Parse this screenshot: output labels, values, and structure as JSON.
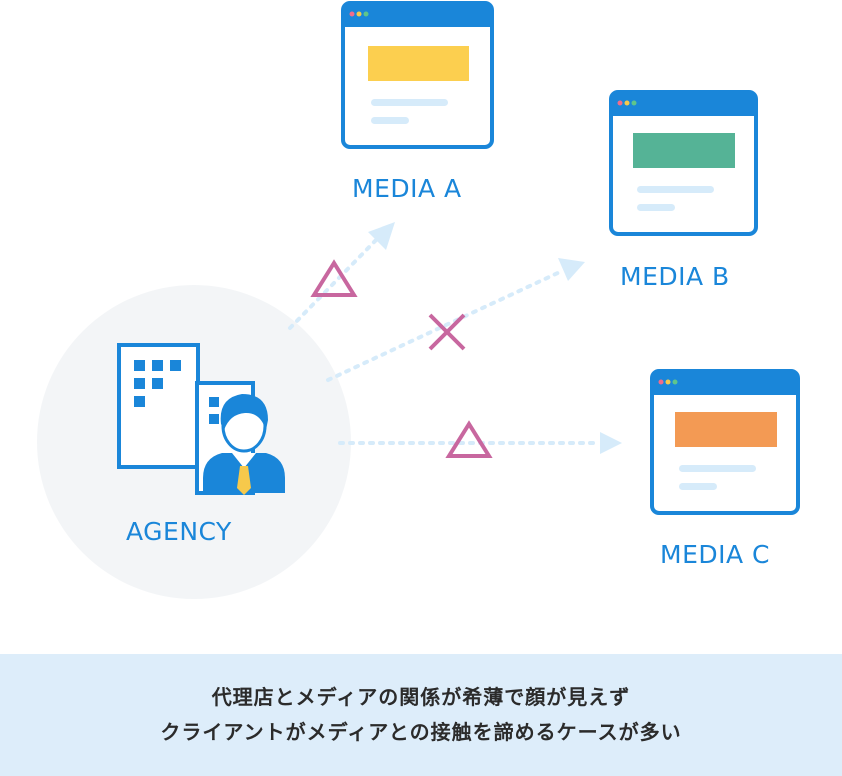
{
  "nodes": {
    "agency": {
      "label": "AGENCY"
    },
    "media_a": {
      "label": "MEDIA A",
      "bar_color": "#fccf4f"
    },
    "media_b": {
      "label": "MEDIA B",
      "bar_color": "#55b396"
    },
    "media_c": {
      "label": "MEDIA C",
      "bar_color": "#f39a54"
    }
  },
  "relations": [
    {
      "from": "agency",
      "to": "media_a",
      "symbol": "triangle"
    },
    {
      "from": "agency",
      "to": "media_b",
      "symbol": "cross"
    },
    {
      "from": "agency",
      "to": "media_c",
      "symbol": "triangle"
    }
  ],
  "caption": {
    "line1": "代理店とメディアの関係が希薄で顔が見えず",
    "line2": "クライアントがメディアとの接触を諦めるケースが多い"
  },
  "colors": {
    "primary_blue": "#1a86d9",
    "light_blue": "#d6ebfa",
    "symbol_pink": "#c8679f",
    "circle_bg": "#f3f5f7",
    "caption_bg": "#ddedfa"
  }
}
